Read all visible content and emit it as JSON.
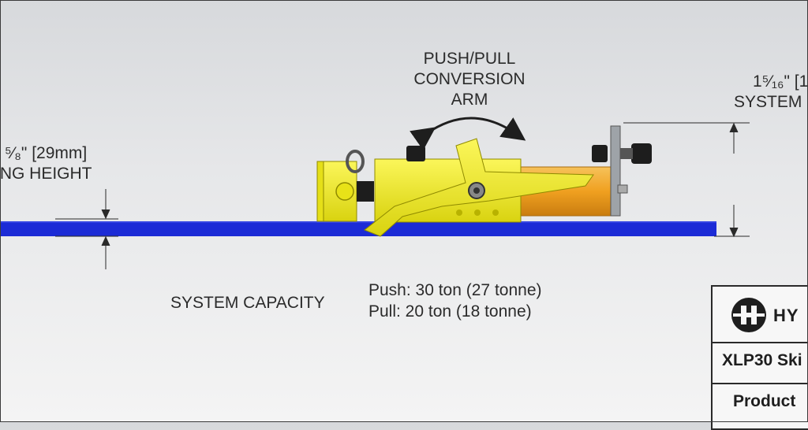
{
  "annotations": {
    "arm_label_line1": "PUSH/PULL",
    "arm_label_line2": "CONVERSION",
    "arm_label_line3": "ARM",
    "left_dim_line1": "⁵⁄₈\" [29mm]",
    "left_dim_line2": "ING HEIGHT",
    "right_dim_line1": "1⁵⁄₁₆\" [1",
    "right_dim_line2": "SYSTEM"
  },
  "capacity": {
    "label": "SYSTEM CAPACITY",
    "push": "Push: 30 ton (27 tonne)",
    "pull": "Pull: 20 ton (18 tonne)"
  },
  "title_block": {
    "brand": "HY",
    "model": "XLP30 Ski",
    "row3": "Product"
  },
  "colors": {
    "rail": "#1c2bd6",
    "body_yellow": "#f2ec1a",
    "cylinder_orange": "#f0a020",
    "outline": "#2a2a2a"
  }
}
